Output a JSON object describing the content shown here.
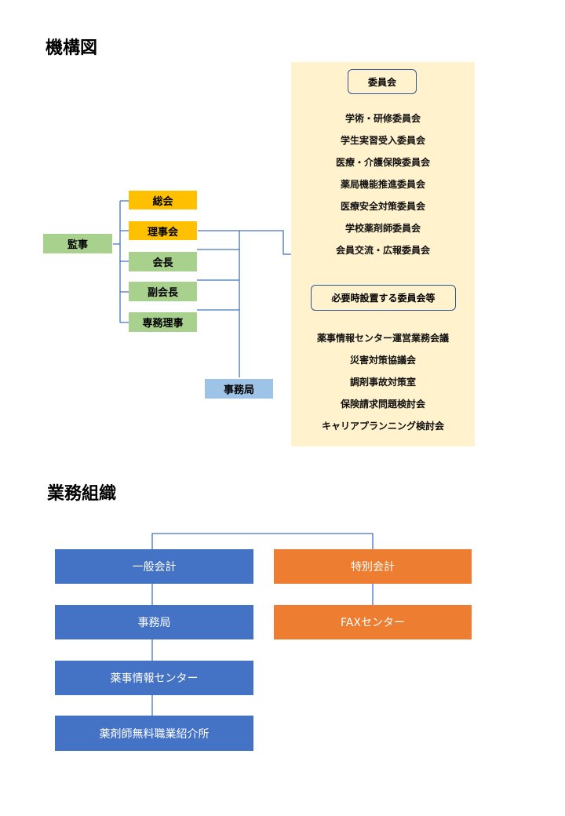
{
  "section1": {
    "title": "機構図",
    "auditor": "監事",
    "nodes": [
      "総会",
      "理事会",
      "会長",
      "副会長",
      "専務理事"
    ],
    "secretariat": "事務局",
    "committees": {
      "header": "委員会",
      "items": [
        "学術・研修委員会",
        "学生実習受入委員会",
        "医療・介護保険委員会",
        "薬局機能推進委員会",
        "医療安全対策委員会",
        "学校薬剤師委員会",
        "会員交流・広報委員会"
      ],
      "adhoc_header": "必要時設置する委員会等",
      "adhoc_items": [
        "薬事情報センター運営業務会議",
        "災害対策協議会",
        "調剤事故対策室",
        "保険請求問題検討会",
        "キャリアプランニング検討会"
      ]
    }
  },
  "section2": {
    "title": "業務組織",
    "left": [
      "一般会計",
      "事務局",
      "薬事情報センター",
      "薬剤師無料職業紹介所"
    ],
    "right": [
      "特別会計",
      "FAXセンター"
    ]
  },
  "colors": {
    "yellow": "#ffc000",
    "green": "#a9d18e",
    "lightblue": "#9dc3e6",
    "blue": "#4472c4",
    "orange": "#ed7d31",
    "panel": "#fff2cc",
    "line": "#4472c4"
  }
}
